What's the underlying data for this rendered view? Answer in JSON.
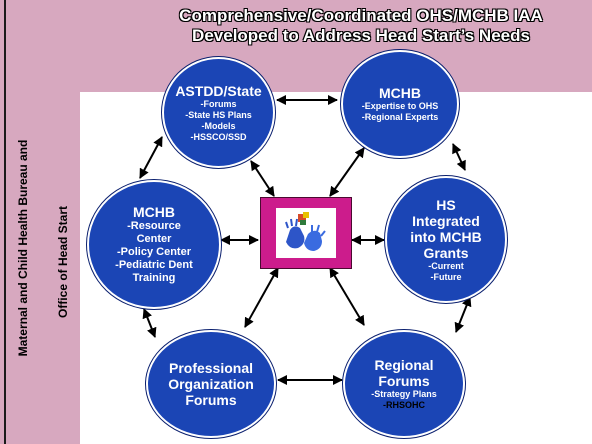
{
  "title": {
    "line1": "Comprehensive/Coordinated OHS/MCHB IAA",
    "line2": "Developed to Address Head Start’s Needs"
  },
  "side_labels": {
    "outer": "Maternal and Child Health Bureau and",
    "inner": "Office of  Head Start"
  },
  "nodes": {
    "astdd": {
      "title": "ASTDD/State",
      "items": [
        "-Forums",
        "-State HS Plans",
        "-Models",
        "-HSSCO/SSD"
      ]
    },
    "mchb_top": {
      "title": "MCHB",
      "items": [
        "-Expertise to OHS",
        "-Regional Experts"
      ]
    },
    "hs_grants": {
      "title_lines": [
        "HS",
        "Integrated",
        "into MCHB",
        "Grants"
      ],
      "items": [
        "-Current",
        "-Future"
      ]
    },
    "regional": {
      "title_lines": [
        "Regional",
        "Forums"
      ],
      "items": [
        "-Strategy Plans",
        "-RHSOHC"
      ]
    },
    "professional": {
      "title_lines": [
        "Professional",
        "Organization",
        "Forums"
      ]
    },
    "mchb_left": {
      "title": "MCHB",
      "items": [
        "-Resource",
        "Center",
        "-Policy Center",
        "-Pediatric Dent",
        "Training"
      ]
    }
  },
  "center_logo": "hands-logo-icon",
  "colors": {
    "band": "#d7a8bf",
    "node": "#1b45b5",
    "center": "#cc1c8c"
  }
}
